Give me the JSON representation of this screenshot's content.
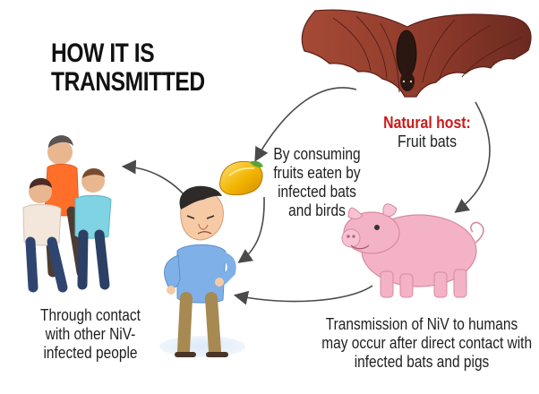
{
  "title": {
    "line1": "HOW IT IS",
    "line2": "TRANSMITTED"
  },
  "natural_host": {
    "label": "Natural host:",
    "value": "Fruit bats"
  },
  "route_fruit": {
    "line1": "By consuming",
    "line2": "fruits eaten by",
    "line3": "infected bats",
    "line4": "and birds"
  },
  "route_people": {
    "line1": "Through contact",
    "line2": "with other NiV-",
    "line3": "infected people"
  },
  "route_pigs": {
    "line1": "Transmission of NiV to humans",
    "line2": "may occur after direct contact with",
    "line3": "infected bats and pigs"
  },
  "colors": {
    "host_label": "#cc1a1a",
    "text": "#1f1f1f",
    "arrow": "#4a4a4a",
    "pig_pink": "#f4b2c6",
    "mango_yellow": "#f2b400",
    "bat_brown": "#8f3b2b",
    "person_blue": "#7fb0e8",
    "person_orange": "#ff6f2a",
    "person_cyan": "#7fd3e2"
  },
  "icons": [
    "fruit-bat-illustration",
    "pig-illustration",
    "mango-illustration",
    "sick-person-illustration",
    "infected-people-group-illustration"
  ]
}
